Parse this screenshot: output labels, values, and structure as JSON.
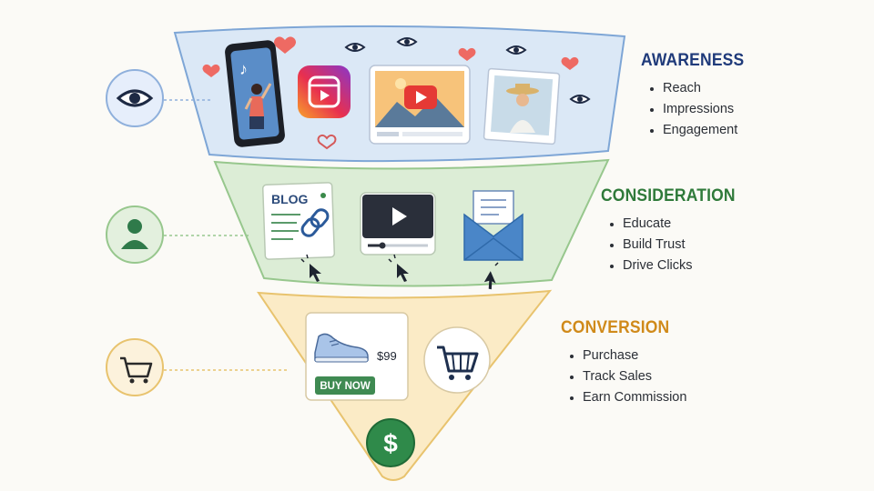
{
  "stages": [
    {
      "id": "awareness",
      "title": "AWARENESS",
      "color": "#1f3a7a",
      "items": [
        "Reach",
        "Impressions",
        "Engagement"
      ]
    },
    {
      "id": "consideration",
      "title": "CONSIDERATION",
      "color": "#2f7a3a",
      "items": [
        "Educate",
        "Build Trust",
        "Drive Clicks"
      ]
    },
    {
      "id": "conversion",
      "title": "CONVERSION",
      "color": "#d08a1a",
      "items": [
        "Purchase",
        "Track Sales",
        "Earn Commission"
      ]
    }
  ],
  "cards": {
    "blog_label": "BLOG",
    "price": "$99",
    "buy_now": "BUY NOW",
    "dollar_symbol": "$"
  },
  "icons": {
    "awareness": "eye-icon",
    "consideration": "user-icon",
    "conversion": "cart-icon"
  }
}
